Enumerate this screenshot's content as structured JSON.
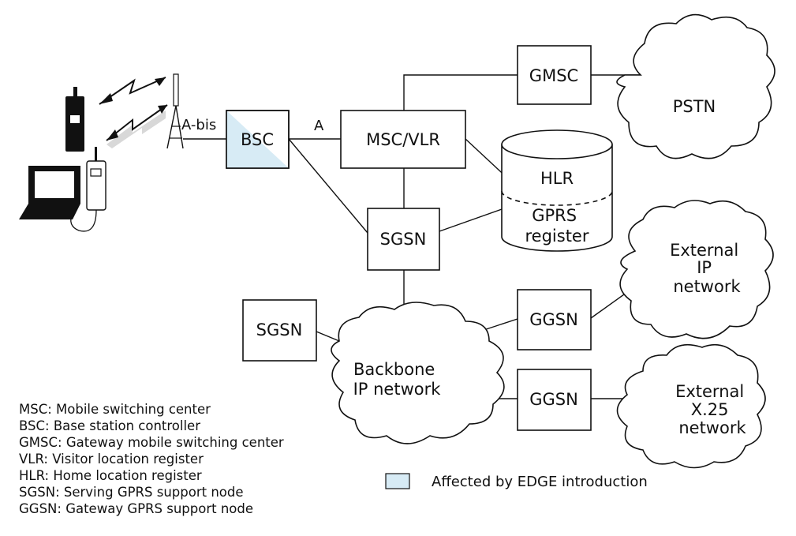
{
  "nodes": {
    "bsc": "BSC",
    "msc_vlr": "MSC/VLR",
    "gmsc": "GMSC",
    "sgsn_main": "SGSN",
    "sgsn_second": "SGSN",
    "ggsn_ip": "GGSN",
    "ggsn_x25": "GGSN",
    "hlr": "HLR",
    "gprs_register": [
      "GPRS",
      "register"
    ]
  },
  "clouds": {
    "pstn": [
      "PSTN"
    ],
    "external_ip": [
      "External",
      "IP",
      "network"
    ],
    "backbone": [
      "Backbone",
      "IP network"
    ],
    "external_x25": [
      "External",
      "X.25",
      "network"
    ]
  },
  "interfaces": {
    "abis": "A-bis",
    "a": "A"
  },
  "legend": {
    "items": [
      "MSC: Mobile switching center",
      "BSC: Base station controller",
      "GMSC: Gateway mobile switching center",
      "VLR: Visitor location register",
      "HLR: Home location register",
      "SGSN: Serving GPRS support node",
      "GGSN: Gateway GPRS support node"
    ],
    "affected_label": "Affected by EDGE introduction",
    "affected_color": "#d7ebf5"
  },
  "icons": {
    "phone": "mobile-phone-icon",
    "handset": "handset-icon",
    "laptop": "laptop-icon",
    "antenna": "antenna-tower-icon"
  }
}
